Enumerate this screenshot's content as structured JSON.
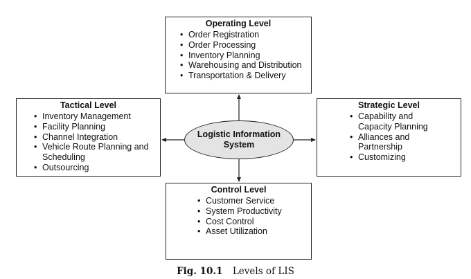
{
  "operating": {
    "title": "Operating Level",
    "items": [
      "Order Registration",
      "Order Processing",
      "Inventory Planning",
      "Warehousing and Distribution",
      "Transportation & Delivery"
    ]
  },
  "tactical": {
    "title": "Tactical Level",
    "items": [
      "Inventory Management",
      "Facility Planning",
      "Channel Integration"
    ],
    "item4_line1": "Vehicle Route Planning and",
    "item4_line2": "Scheduling",
    "item5": "Outsourcing"
  },
  "strategic": {
    "title": "Strategic Level",
    "item1_line1": "Capability and",
    "item1_line2": "Capacity Planning",
    "item2_line1": "Alliances and",
    "item2_line2": "Partnership",
    "item3": "Customizing"
  },
  "control": {
    "title": "Control Level",
    "items": [
      "Customer Service",
      "System Productivity",
      "Cost Control",
      "Asset Utilization"
    ]
  },
  "center": {
    "line1": "Logistic Information",
    "line2": "System"
  },
  "caption": {
    "number": "Fig. 10.1",
    "text": "Levels of LIS"
  }
}
